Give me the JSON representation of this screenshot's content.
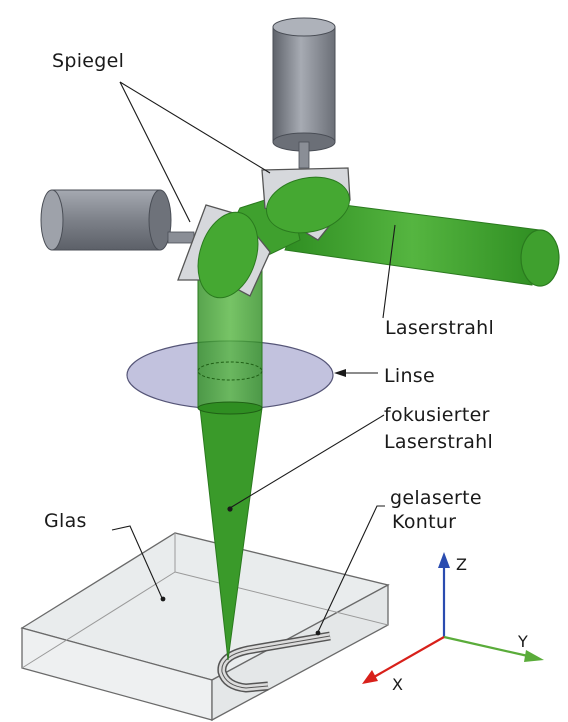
{
  "labels": {
    "mirror": "Spiegel",
    "laser_beam": "Laserstrahl",
    "lens": "Linse",
    "focused_line1": "fokusierter",
    "focused_line2": "Laserstrahl",
    "lasered_line1": "gelaserte",
    "lasered_line2": "Kontur",
    "glass": "Glas"
  },
  "axes": {
    "z": "Z",
    "y": "Y",
    "x": "X"
  },
  "colors": {
    "beam": "#3a9a2a",
    "lens": "#b4b4d6",
    "motor": "#8c9098",
    "glass_stroke": "#6a6a6a",
    "axis_z": "#2a4cb0",
    "axis_y": "#5aac3a",
    "axis_x": "#d8201a"
  }
}
